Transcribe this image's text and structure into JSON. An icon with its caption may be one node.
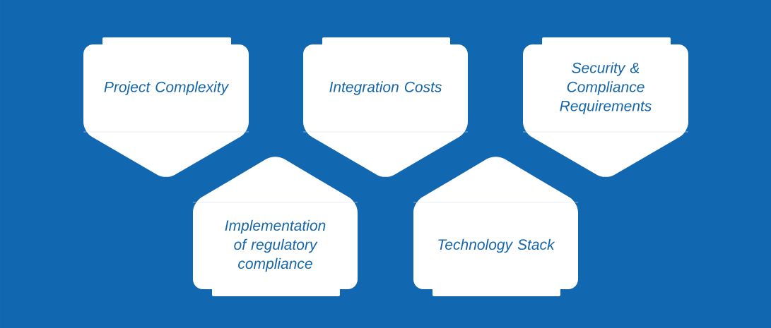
{
  "diagram": {
    "nodes": [
      {
        "text": [
          "Project Complexity"
        ]
      },
      {
        "text": [
          "Integration Costs"
        ]
      },
      {
        "text": [
          "Security & Compliance Requirements"
        ]
      },
      {
        "text": [
          "Implementation of regulatory compliance"
        ]
      },
      {
        "text": [
          "Technology Stack"
        ]
      }
    ]
  }
}
